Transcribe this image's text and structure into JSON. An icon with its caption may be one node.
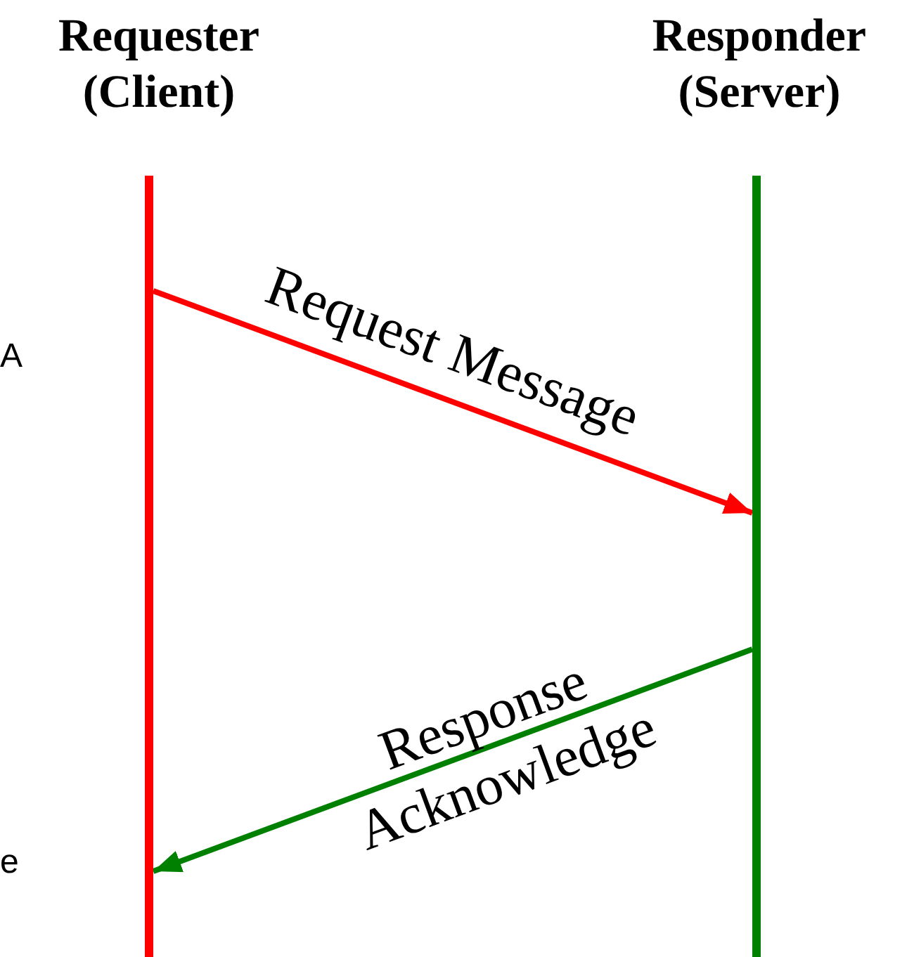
{
  "diagram": {
    "nodes": [
      {
        "text": [
          "Requester (Client)"
        ]
      },
      {
        "text": [
          "Responder (Server)"
        ]
      },
      {
        "text": [],
        "shape": "bar"
      },
      {
        "text": [],
        "shape": "bar"
      }
    ],
    "edges": [
      {
        "from": 2,
        "to": 3,
        "arrow": "to",
        "label": "Request Message",
        "color": "#ff0000"
      },
      {
        "from": 3,
        "to": 2,
        "arrow": "to",
        "label": "Response Acknowledge",
        "color": "#008000"
      }
    ],
    "labels": [
      "A",
      "e"
    ]
  }
}
